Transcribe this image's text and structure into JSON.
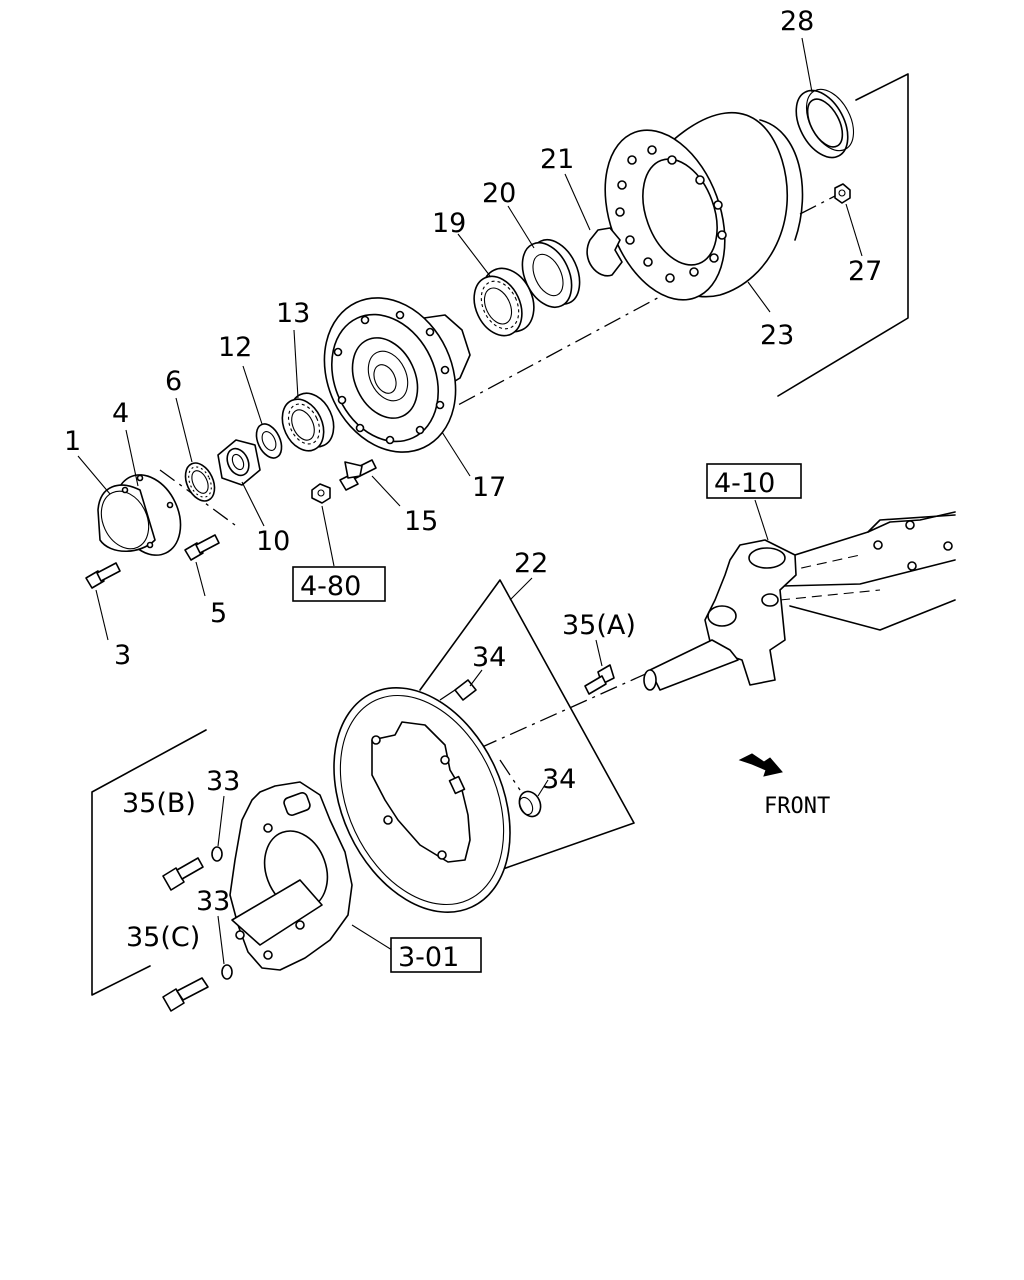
{
  "parts": {
    "p1": "1",
    "p3": "3",
    "p4": "4",
    "p5": "5",
    "p6": "6",
    "p10": "10",
    "p12": "12",
    "p13": "13",
    "p15": "15",
    "p17": "17",
    "p19": "19",
    "p20": "20",
    "p21": "21",
    "p22": "22",
    "p23": "23",
    "p27": "27",
    "p28": "28",
    "p33a": "33",
    "p33b": "33",
    "p34a": "34",
    "p34b": "34",
    "p35a": "35(A)",
    "p35b": "35(B)",
    "p35c": "35(C)"
  },
  "refs": {
    "r480": "4-80",
    "r410": "4-10",
    "r301": "3-01"
  },
  "orientation": {
    "front_label": "FRONT"
  }
}
